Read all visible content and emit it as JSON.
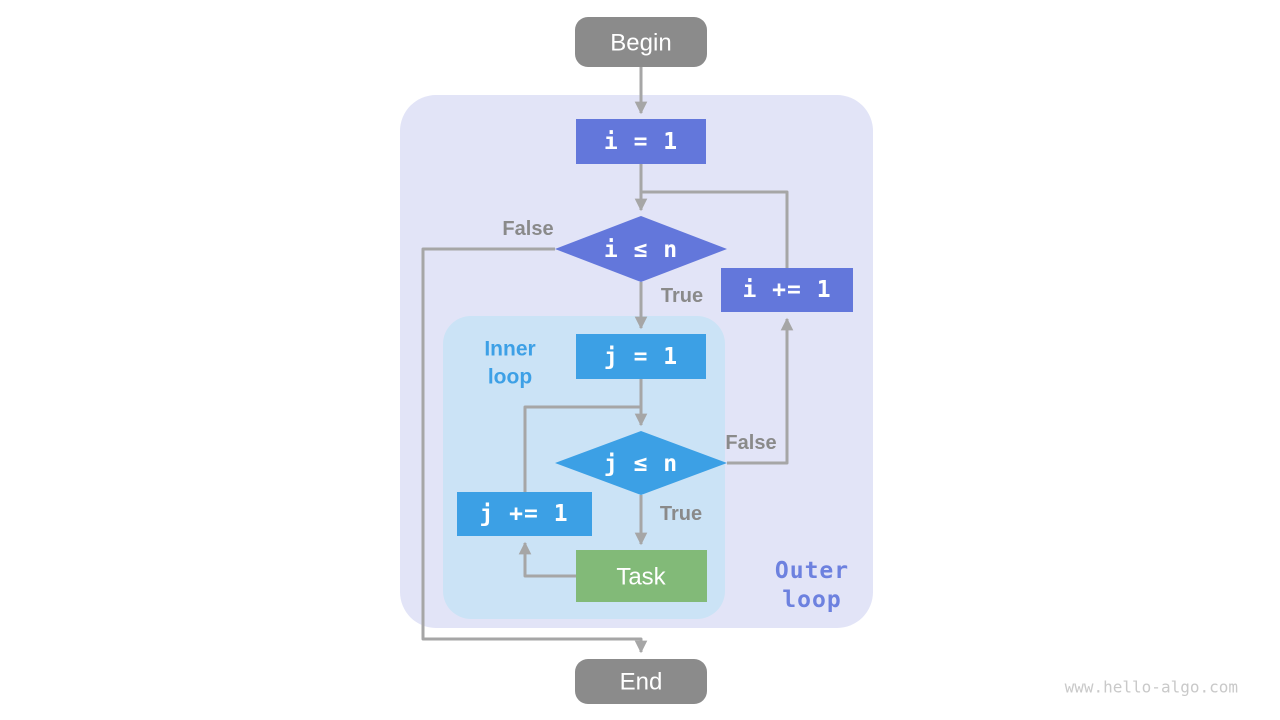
{
  "page": {
    "watermark": "www.hello-algo.com"
  },
  "colors": {
    "background": "#FFFFFF",
    "outer_region": "#E2E4F7",
    "inner_region": "#CBE3F6",
    "terminal_node": "#8B8B8B",
    "outer_loop_node": "#6377DB",
    "inner_loop_node": "#3CA0E5",
    "task_node": "#82BA78",
    "node_text": "#FFFFFF",
    "edge": "#A6A6A6",
    "edge_label": "#8A8A8A",
    "inner_region_label": "#3DA0E6",
    "outer_region_label": "#6D81DF",
    "watermark": "#C9C9C9"
  },
  "flowchart": {
    "nodes": {
      "begin": "Begin",
      "init_i": "i = 1",
      "cond_i": "i ≤ n",
      "inc_i": "i += 1",
      "init_j": "j = 1",
      "cond_j": "j ≤ n",
      "inc_j": "j += 1",
      "task": "Task",
      "end": "End"
    },
    "edge_labels": {
      "outer_false": "False",
      "outer_true": "True",
      "inner_false": "False",
      "inner_true": "True"
    },
    "regions": {
      "inner": {
        "line1": "Inner",
        "line2": "loop"
      },
      "outer": {
        "line1": "Outer",
        "line2": "loop"
      }
    }
  }
}
